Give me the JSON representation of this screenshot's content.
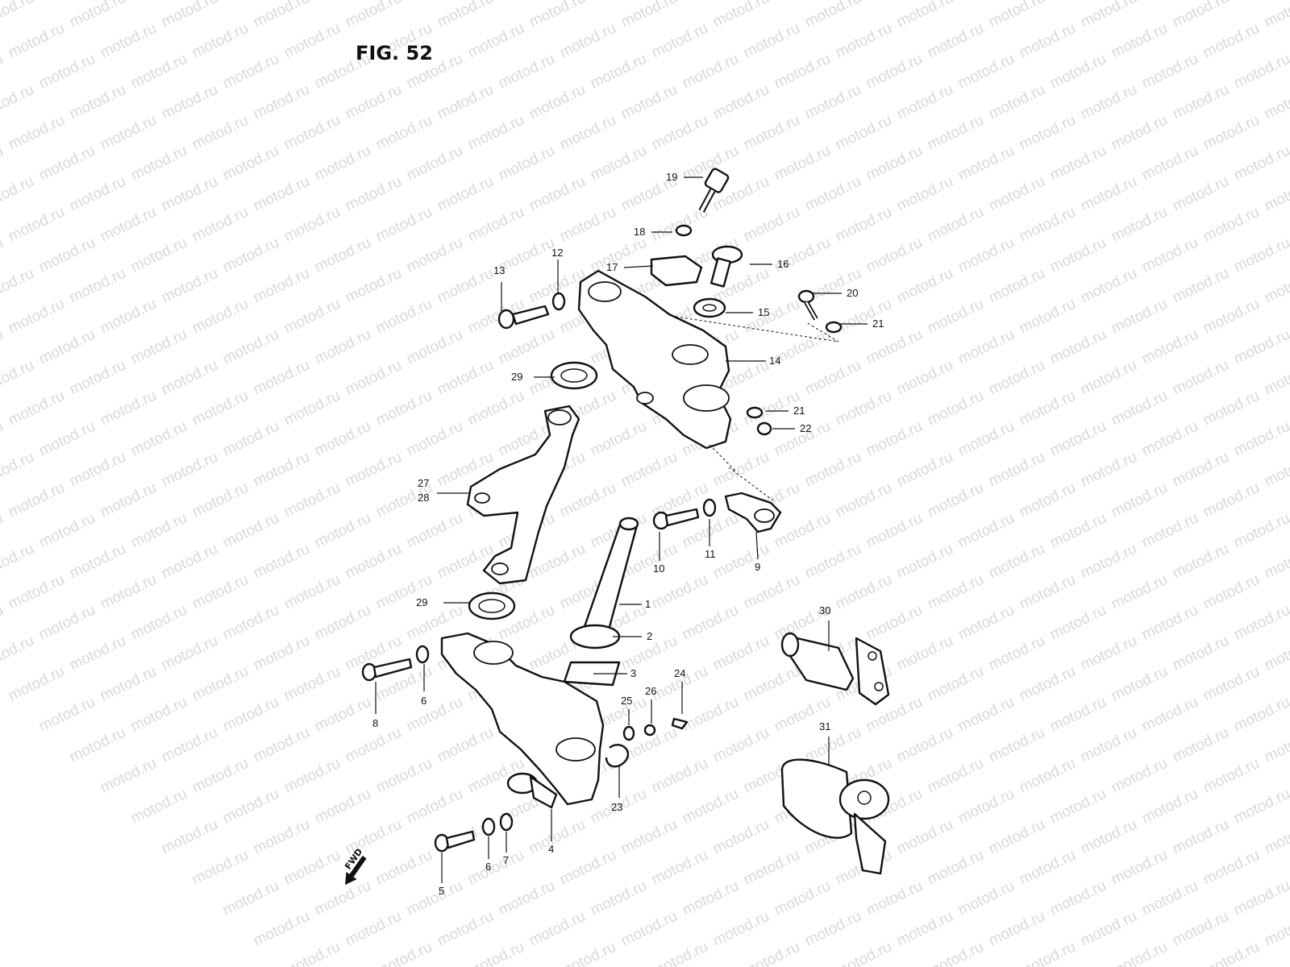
{
  "figure": {
    "title": "FIG. 52"
  },
  "watermark": {
    "text": "motod.ru"
  },
  "fwd_arrow": {
    "label": "FWD",
    "icon": "arrow-down-left-icon"
  },
  "callouts": [
    {
      "id": "1",
      "label": "1"
    },
    {
      "id": "2",
      "label": "2"
    },
    {
      "id": "3",
      "label": "3"
    },
    {
      "id": "4",
      "label": "4"
    },
    {
      "id": "5",
      "label": "5"
    },
    {
      "id": "6a",
      "label": "6"
    },
    {
      "id": "6b",
      "label": "6"
    },
    {
      "id": "7",
      "label": "7"
    },
    {
      "id": "8",
      "label": "8"
    },
    {
      "id": "9",
      "label": "9"
    },
    {
      "id": "10",
      "label": "10"
    },
    {
      "id": "11",
      "label": "11"
    },
    {
      "id": "12",
      "label": "12"
    },
    {
      "id": "13",
      "label": "13"
    },
    {
      "id": "14",
      "label": "14"
    },
    {
      "id": "15",
      "label": "15"
    },
    {
      "id": "16",
      "label": "16"
    },
    {
      "id": "17",
      "label": "17"
    },
    {
      "id": "18",
      "label": "18"
    },
    {
      "id": "19",
      "label": "19"
    },
    {
      "id": "20",
      "label": "20"
    },
    {
      "id": "21a",
      "label": "21"
    },
    {
      "id": "21b",
      "label": "21"
    },
    {
      "id": "22",
      "label": "22"
    },
    {
      "id": "23",
      "label": "23"
    },
    {
      "id": "24",
      "label": "24"
    },
    {
      "id": "25",
      "label": "25"
    },
    {
      "id": "26",
      "label": "26"
    },
    {
      "id": "27",
      "label": "27"
    },
    {
      "id": "28",
      "label": "28"
    },
    {
      "id": "29a",
      "label": "29"
    },
    {
      "id": "29b",
      "label": "29"
    },
    {
      "id": "30",
      "label": "30"
    },
    {
      "id": "31",
      "label": "31"
    }
  ]
}
